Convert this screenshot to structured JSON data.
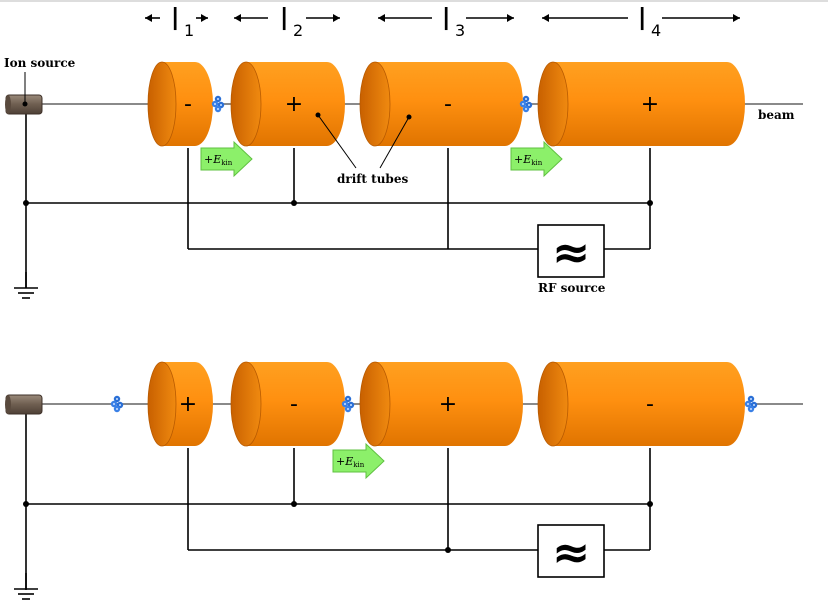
{
  "colors": {
    "tube_body": "#ff9010",
    "tube_shade": "#e57b00",
    "tube_inner": "#d86d00",
    "ion": "#2a6fd6",
    "energy_arrow": "#8cf06a",
    "energy_arrow_stroke": "#5fc040",
    "source_body": "#7a6a5a",
    "beam_axis": "#8a8a8a"
  },
  "lengths": [
    {
      "label": "l",
      "sub": "1"
    },
    {
      "label": "l",
      "sub": "2"
    },
    {
      "label": "l",
      "sub": "3"
    },
    {
      "label": "l",
      "sub": "4"
    }
  ],
  "labels": {
    "ion_source": "Ion source",
    "beam": "beam",
    "drift_tubes": "drift tubes",
    "rf_source": "RF source",
    "rf_symbol": "≈",
    "energy_gain_prefix": "+E",
    "energy_gain_sub": "kin"
  },
  "phases": [
    {
      "tube_polarities": [
        "-",
        "+",
        "-",
        "+"
      ]
    },
    {
      "tube_polarities": [
        "+",
        "-",
        "+",
        "-"
      ]
    }
  ],
  "icons": [
    "ion-bunch-icon",
    "energy-gain-arrow-icon",
    "ground-icon",
    "rf-source-icon",
    "ion-source-icon"
  ]
}
